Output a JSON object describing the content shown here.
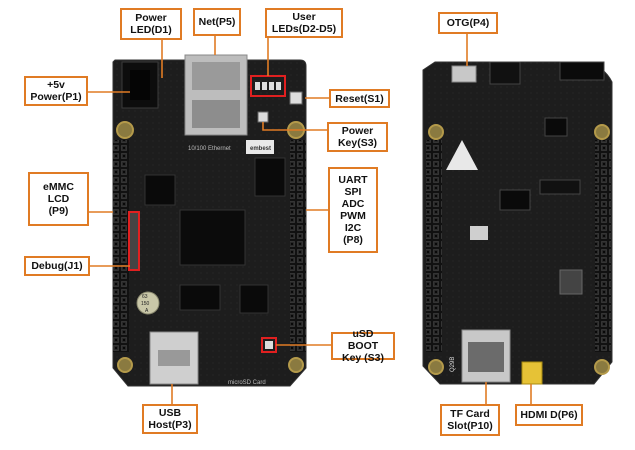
{
  "labels": {
    "power_led": "Power\nLED(D1)",
    "net": "Net(P5)",
    "user_leds": "User\nLEDs(D2-D5)",
    "power_5v": "+5v\nPower(P1)",
    "reset": "Reset(S1)",
    "power_key": "Power\nKey(S3)",
    "emmc": "eMMC\nLCD\n(P9)",
    "uart": "UART\nSPI\nADC\nPWM\nI2C\n(P8)",
    "debug": "Debug(J1)",
    "usd_boot": "uSD BOOT\nKey (S3)",
    "usb_host": "USB\nHost(P3)",
    "otg": "OTG(P4)",
    "tf_card": "TF Card\nSlot(P10)",
    "hdmi": "HDMI D(P6)"
  },
  "board_text": {
    "ethernet": "10/100 Ethernet",
    "microsd": "microSD Card",
    "embest": "embest",
    "cap_top": "63",
    "cap_mid": "150",
    "cap_bot": "A",
    "sd_rear": "Q29B"
  },
  "colors": {
    "accent": "#e07b24",
    "board": "#1b1b1b",
    "highlight_border": "#e02020"
  }
}
